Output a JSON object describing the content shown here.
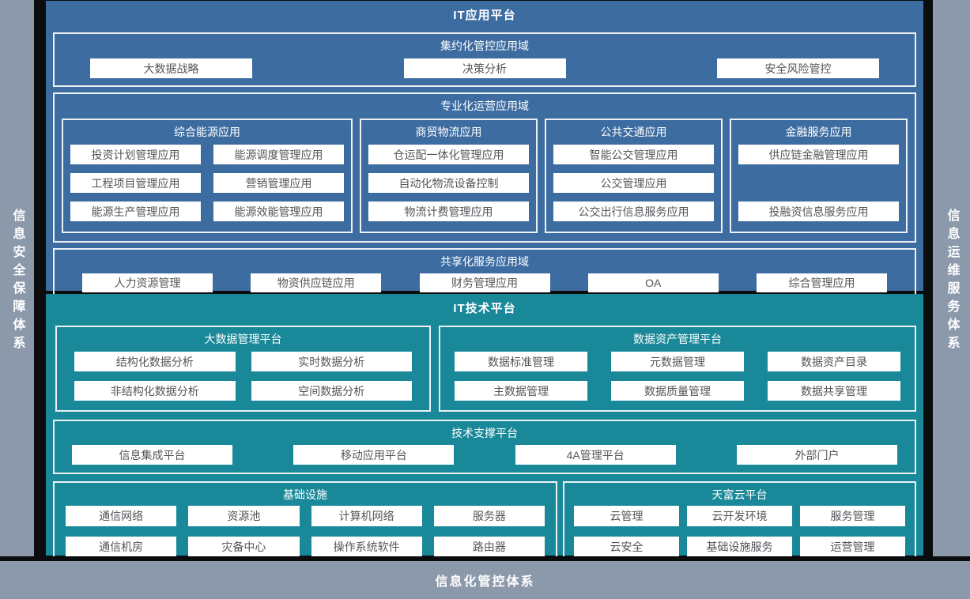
{
  "colors": {
    "app_panel_blue": "#3D6CA1",
    "tech_panel_teal": "#19899A",
    "frame_gray": "#8B99AB",
    "node_background": "#FFFFFF",
    "node_text": "#54555A"
  },
  "frame": {
    "left_rail": "信息安全保障体系",
    "right_rail": "信息运维服务体系",
    "bottom_bar": "信息化管控体系"
  },
  "app": {
    "title": "IT应用平台",
    "centralized": {
      "title": "集约化管控应用域",
      "buttons": [
        "大数据战略",
        "决策分析",
        "安全风险管控"
      ]
    },
    "specialized": {
      "title": "专业化运营应用域",
      "groups": [
        {
          "title": "综合能源应用",
          "buttons": [
            "投资计划管理应用",
            "能源调度管理应用",
            "工程项目管理应用",
            "营销管理应用",
            "能源生产管理应用",
            "能源效能管理应用"
          ]
        },
        {
          "title": "商贸物流应用",
          "buttons": [
            "仓运配一体化管理应用",
            "自动化物流设备控制",
            "物流计费管理应用"
          ]
        },
        {
          "title": "公共交通应用",
          "buttons": [
            "智能公交管理应用",
            "公交管理应用",
            "公交出行信息服务应用"
          ]
        },
        {
          "title": "金融服务应用",
          "buttons": [
            "供应链金融管理应用",
            "投融资信息服务应用"
          ]
        }
      ]
    },
    "shared": {
      "title": "共享化服务应用域",
      "buttons": [
        "人力资源管理",
        "物资供应链应用",
        "财务管理应用",
        "OA",
        "综合管理应用"
      ]
    }
  },
  "tech": {
    "title": "IT技术平台",
    "bigdata": {
      "title": "大数据管理平台",
      "buttons": [
        "结构化数据分析",
        "实时数据分析",
        "非结构化数据分析",
        "空间数据分析"
      ]
    },
    "data_asset": {
      "title": "数据资产管理平台",
      "buttons": [
        "数据标准管理",
        "元数据管理",
        "数据资产目录",
        "主数据管理",
        "数据质量管理",
        "数据共享管理"
      ]
    },
    "support": {
      "title": "技术支撑平台",
      "buttons": [
        "信息集成平台",
        "移动应用平台",
        "4A管理平台",
        "外部门户"
      ]
    },
    "infrastructure": {
      "title": "基础设施",
      "buttons": [
        "通信网络",
        "资源池",
        "计算机网络",
        "服务器",
        "通信机房",
        "灾备中心",
        "操作系统软件",
        "路由器"
      ]
    },
    "cloud": {
      "title": "天富云平台",
      "buttons": [
        "云管理",
        "云开发环境",
        "服务管理",
        "云安全",
        "基础设施服务",
        "运营管理"
      ]
    }
  }
}
